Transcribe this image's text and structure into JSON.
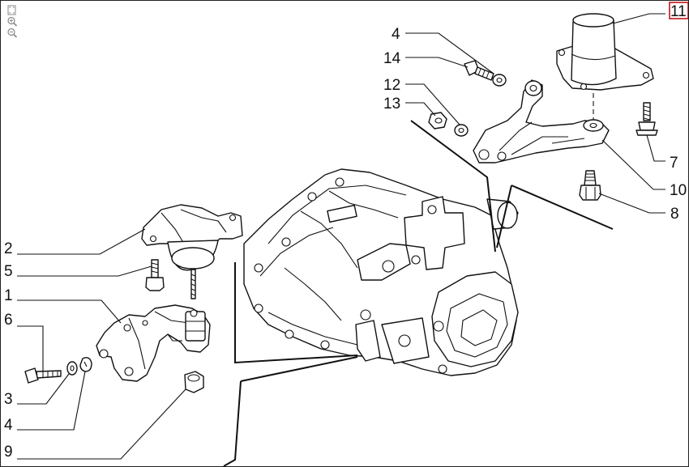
{
  "toolbar": {
    "items": [
      {
        "name": "fit-page",
        "icon": "fit-page-icon"
      },
      {
        "name": "zoom-in",
        "icon": "zoom-in-icon"
      },
      {
        "name": "zoom-out",
        "icon": "zoom-out-icon"
      }
    ]
  },
  "diagram": {
    "highlighted_callout": "11",
    "highlight_color": "#c0151b",
    "callouts": [
      "4",
      "14",
      "12",
      "13",
      "11",
      "7",
      "10",
      "8",
      "2",
      "5",
      "1",
      "6",
      "3",
      "4",
      "9"
    ]
  }
}
